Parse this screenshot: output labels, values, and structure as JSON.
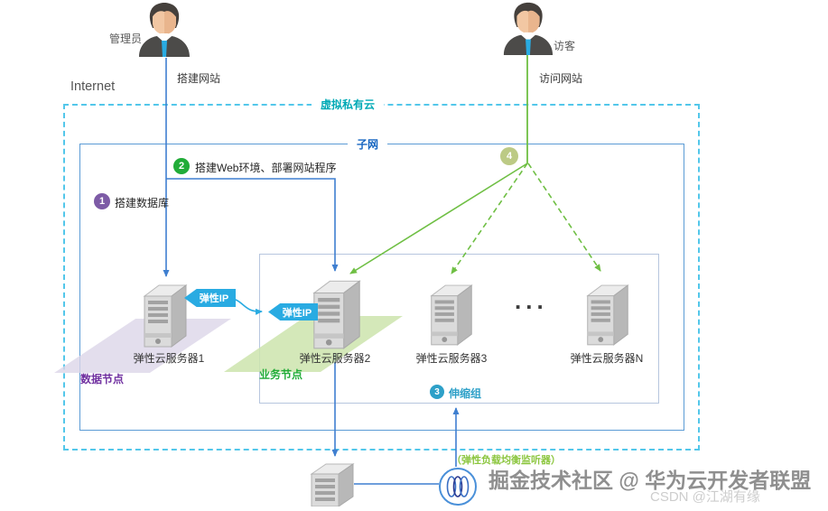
{
  "actors": {
    "admin": {
      "label": "管理员",
      "action": "搭建网站"
    },
    "visitor": {
      "label": "访客",
      "action": "访问网站"
    }
  },
  "internet_label": "Internet",
  "vpc": {
    "label": "虚拟私有云",
    "border_color": "#53c7ea",
    "label_color": "#00a9b5"
  },
  "subnet": {
    "label": "子网",
    "border_color": "#5b9bd5",
    "label_color": "#1565c0"
  },
  "steps": [
    {
      "num": "1",
      "text": "搭建数据库",
      "color": "#7d5ba6"
    },
    {
      "num": "2",
      "text": "搭建Web环境、部署网站程序",
      "color": "#21ac38"
    },
    {
      "num": "3",
      "text": "伸缩组",
      "color": "#2da0c8"
    },
    {
      "num": "4",
      "text": "",
      "color": "#bcca85"
    }
  ],
  "servers": [
    {
      "label": "弹性云服务器1"
    },
    {
      "label": "弹性云服务器2"
    },
    {
      "label": "弹性云服务器3"
    },
    {
      "label": "弹性云服务器N"
    }
  ],
  "ellipsis": "...",
  "eip_tags": [
    {
      "label": "弹性IP"
    },
    {
      "label": "弹性IP"
    }
  ],
  "node_labels": {
    "data": "数据节点",
    "business": "业务节点"
  },
  "load_balancer": {
    "label": "（弹性负载均衡监听器）"
  },
  "watermarks": {
    "primary": "掘金技术社区 @ 华为云开发者联盟",
    "secondary": "CSDN @江湖有缘"
  },
  "line_colors": {
    "blue": "#3f7fd0",
    "green": "#6fbf44",
    "cyan": "#29abe2"
  }
}
